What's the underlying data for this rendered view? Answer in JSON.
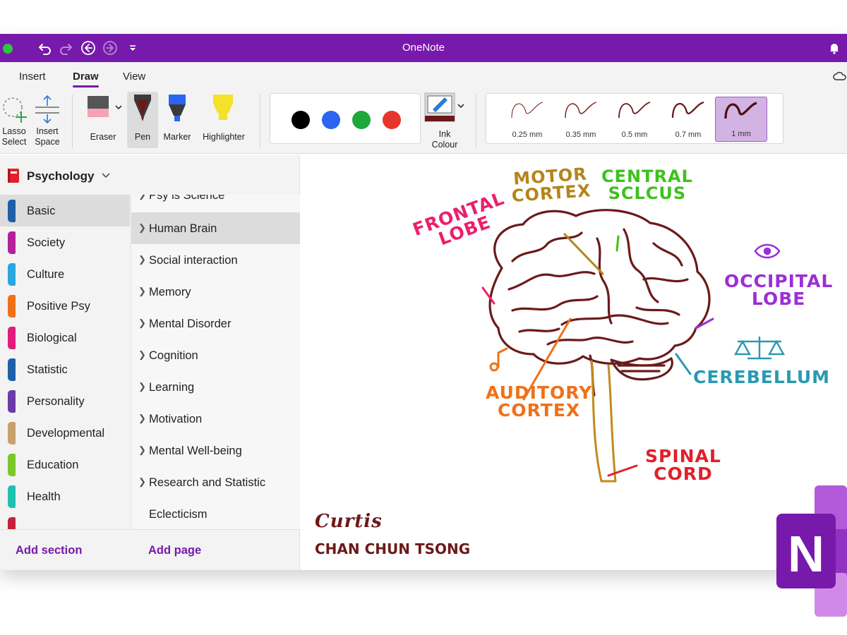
{
  "app": {
    "title": "OneNote"
  },
  "ribbon": {
    "tabs": [
      {
        "label": "Insert"
      },
      {
        "label": "Draw"
      },
      {
        "label": "View"
      }
    ]
  },
  "toolbar": {
    "lasso": {
      "line1": "Lasso",
      "line2": "Select"
    },
    "insert_space": {
      "line1": "Insert",
      "line2": "Space"
    },
    "eraser": "Eraser",
    "pen": "Pen",
    "marker": "Marker",
    "highlighter": "Highlighter",
    "ink_colour": {
      "line1": "Ink",
      "line2": "Colour"
    },
    "colors": [
      "#000000",
      "#2a64f0",
      "#1ea83b",
      "#e8352a"
    ],
    "strokes": [
      "0.25 mm",
      "0.35 mm",
      "0.5 mm",
      "0.7 mm",
      "1 mm"
    ]
  },
  "notebook": {
    "name": "Psychology",
    "sections": [
      {
        "label": "Basic",
        "color": "#1f5fa8"
      },
      {
        "label": "Society",
        "color": "#b5209a"
      },
      {
        "label": "Culture",
        "color": "#2aa6e0"
      },
      {
        "label": "Positive Psy",
        "color": "#f07018"
      },
      {
        "label": "Biological",
        "color": "#e01c7c"
      },
      {
        "label": "Statistic",
        "color": "#1f5fa8"
      },
      {
        "label": "Personality",
        "color": "#6a3aa8"
      },
      {
        "label": "Developmental",
        "color": "#c8a070"
      },
      {
        "label": "Education",
        "color": "#7ac82a"
      },
      {
        "label": "Health",
        "color": "#20c0b0"
      },
      {
        "label": "",
        "color": "#c8203a"
      }
    ],
    "pages": [
      {
        "label": "Psy is Science"
      },
      {
        "label": "Human Brain"
      },
      {
        "label": "Social interaction"
      },
      {
        "label": "Memory"
      },
      {
        "label": "Mental Disorder"
      },
      {
        "label": "Cognition"
      },
      {
        "label": "Learning"
      },
      {
        "label": "Motivation"
      },
      {
        "label": "Mental Well-being"
      },
      {
        "label": "Research and Statistic"
      },
      {
        "label": "Eclecticism"
      }
    ],
    "add_section": "Add section",
    "add_page": "Add page"
  },
  "canvas": {
    "labels": {
      "motor": {
        "line1": "MOTOR",
        "line2": "CORTEX",
        "color": "#b5851a"
      },
      "central": {
        "line1": "CENTRAL",
        "line2": "SCLCUS",
        "color": "#3ec21e"
      },
      "frontal": {
        "line1": "FRONTAL",
        "line2": "LOBE",
        "color": "#ec1f6a"
      },
      "occipital": {
        "line1": "OCCIPITAL",
        "line2": "LOBE",
        "color": "#9b2fd6"
      },
      "cerebellum": {
        "line1": "CEREBELLUM",
        "color": "#2a9ab0"
      },
      "auditory": {
        "line1": "AUDITORY",
        "line2": "CORTEX",
        "color": "#f07018"
      },
      "spinal": {
        "line1": "SPINAL",
        "line2": "CORD",
        "color": "#e0202a"
      }
    },
    "signature": {
      "name": "Curtis",
      "full_name": "CHAN CHUN TSONG",
      "color": "#6b1a1a"
    }
  },
  "logo": {
    "letter": "N"
  }
}
